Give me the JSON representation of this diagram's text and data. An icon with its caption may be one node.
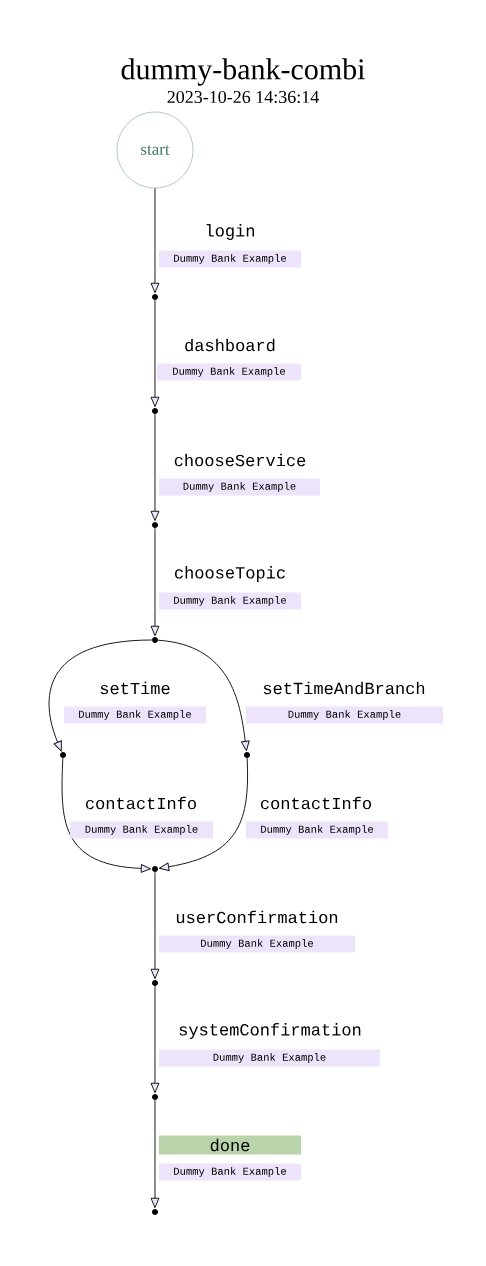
{
  "diagram": {
    "title": "dummy-bank-combi",
    "caption": "2023-10-26 14:36:14",
    "nodes": [
      {
        "text": [
          "start"
        ]
      },
      {
        "text": [],
        "shape": "circle"
      },
      {
        "text": [],
        "shape": "circle"
      },
      {
        "text": [],
        "shape": "circle"
      },
      {
        "text": [],
        "shape": "circle"
      },
      {
        "text": [],
        "shape": "circle"
      },
      {
        "text": [],
        "shape": "circle"
      },
      {
        "text": [],
        "shape": "circle"
      },
      {
        "text": [],
        "shape": "circle"
      },
      {
        "text": [],
        "shape": "circle"
      },
      {
        "text": [],
        "shape": "circle"
      }
    ],
    "edges": [
      {
        "from": 0,
        "to": 1,
        "arrow": "to",
        "label": "login"
      },
      {
        "from": 1,
        "to": 2,
        "arrow": "to",
        "label": "dashboard"
      },
      {
        "from": 2,
        "to": 3,
        "arrow": "to",
        "label": "chooseService"
      },
      {
        "from": 3,
        "to": 4,
        "arrow": "to",
        "label": "chooseTopic"
      },
      {
        "from": 4,
        "to": 5,
        "arrow": "to",
        "label": "setTime"
      },
      {
        "from": 4,
        "to": 6,
        "arrow": "to",
        "label": "setTimeAndBranch"
      },
      {
        "from": 5,
        "to": 7,
        "arrow": "to",
        "label": "contactInfo"
      },
      {
        "from": 6,
        "to": 7,
        "arrow": "to",
        "label": "contactInfo"
      },
      {
        "from": 7,
        "to": 8,
        "arrow": "to",
        "label": "userConfirmation"
      },
      {
        "from": 8,
        "to": 9,
        "arrow": "to",
        "label": "systemConfirmation"
      },
      {
        "from": 9,
        "to": 10,
        "arrow": "to",
        "label": "done"
      }
    ],
    "labels": [
      "Dummy Bank Example",
      "Dummy Bank Example",
      "Dummy Bank Example",
      "Dummy Bank Example",
      "Dummy Bank Example",
      "Dummy Bank Example",
      "Dummy Bank Example",
      "Dummy Bank Example",
      "Dummy Bank Example",
      "Dummy Bank Example",
      "Dummy Bank Example"
    ]
  }
}
